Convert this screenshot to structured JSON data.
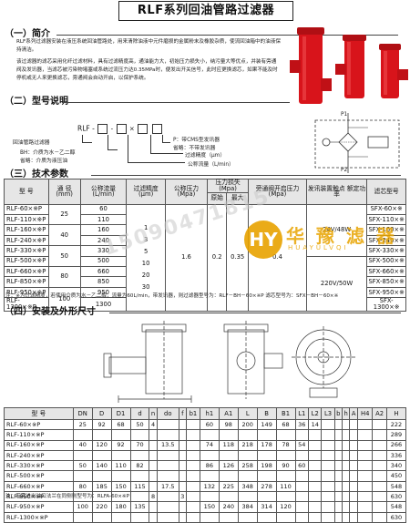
{
  "title": "RLF系列回油管路过滤器",
  "section1": {
    "label": "（一）简介"
  },
  "intro": {
    "p1": "RLF系列过滤器安装在液压系统回油管路处，用来清除油液中元件磨损的金属粉末及橡胶杂质，使流回油箱中的油液保持清洁。",
    "p2": "该过滤器的滤芯采用化纤过滤材料，具有过滤精度高，通油能力大，初始压力损失小，纳污量大等优点，并装有旁通阀及发讯器，当滤芯被污染物堵塞或系统过流压力达0.35MPa时，便发出开关信号，此时应更换滤芯，如果不能及时停机或无人来更换滤芯，旁通阀会自动开启，以保护系统。"
  },
  "section2": {
    "label": "（二）型号说明"
  },
  "model": {
    "prefix": "RLF -",
    "p_label": "P：带CMS型发讯器",
    "none_label": "省略：不带发讯器",
    "precision_label": "过滤精度（μm）",
    "flow_label": "公称流量（L/min）",
    "line_label": "回油管路过滤器",
    "bh_label": "BH：介质为水－乙二醇",
    "omit_label": "省略：介质为液压油",
    "p1": "P1",
    "p2": "P2"
  },
  "section3": {
    "label": "（三）技术参数"
  },
  "tech": {
    "headers": [
      "型  号",
      "通 径 (mm)",
      "公称流量 (L/min)",
      "过滤精度 (μm)",
      "公称压力 (Mpa)",
      "压力损失(Mpa)",
      "原始",
      "最大",
      "旁通阀开启压力 (Mpa)",
      "发讯装置触点 额定功率",
      "滤芯型号"
    ],
    "rows": [
      [
        "RLF-60×※P",
        "25",
        "60",
        "SFX-60×※"
      ],
      [
        "RLF-110×※P",
        "",
        "110",
        "SFX-110×※"
      ],
      [
        "RLF-160×※P",
        "40",
        "160",
        "SFX-160×※"
      ],
      [
        "RLF-240×※P",
        "",
        "240",
        "SFX-240×※"
      ],
      [
        "RLF-330×※P",
        "50",
        "330",
        "SFX-330×※"
      ],
      [
        "RLF-500×※P",
        "",
        "500",
        "SFX-500×※"
      ],
      [
        "RLF-660×※P",
        "80",
        "660",
        "SFX-660×※"
      ],
      [
        "RLF-850×※P",
        "",
        "850",
        "SFX-850×※"
      ],
      [
        "RLF-950×※P",
        "100",
        "950",
        "SFX-950×※"
      ],
      [
        "RLF-1300×※P",
        "",
        "1300",
        "SFX-1300×※"
      ]
    ],
    "precision": [
      "1",
      "3",
      "5",
      "10",
      "20",
      "30"
    ],
    "pressure": "1.6",
    "loss_orig": "0.2",
    "loss_max": "0.35",
    "bypass": "0.4",
    "power1": "24V/48W",
    "power2": "220V/50W",
    "note": "注：※为过滤精度，若使用介质为水－乙二醇，流量为60L/min，带发讯器，则过滤器型号为：RLF－BH－60×※P    滤芯型号为：SFX－BH－60×※"
  },
  "section4": {
    "label": "（四）安装及外形尺寸"
  },
  "dims": {
    "headers": [
      "型  号",
      "DN",
      "D",
      "D1",
      "d",
      "n",
      "do",
      "f",
      "b1",
      "h1",
      "A1",
      "L",
      "B",
      "B1",
      "L1",
      "L2",
      "L3",
      "b",
      "h",
      "A",
      "H4",
      "A2",
      "H"
    ],
    "rows": [
      [
        "RLF-60×※P",
        "25",
        "92",
        "68",
        "50",
        "4",
        "",
        "",
        "",
        "60",
        "98",
        "200",
        "149",
        "68",
        "36",
        "14",
        "",
        "",
        "",
        "",
        "",
        "",
        "222"
      ],
      [
        "RLF-110×※P",
        "",
        "",
        "",
        "",
        "",
        "",
        "",
        "",
        "",
        "",
        "",
        "",
        "",
        "",
        "",
        "",
        "",
        "",
        "",
        "",
        "",
        "289"
      ],
      [
        "RLF-160×※P",
        "40",
        "120",
        "92",
        "70",
        "",
        "13.5",
        "",
        "",
        "74",
        "118",
        "218",
        "178",
        "78",
        "54",
        "",
        "",
        "",
        "",
        "",
        "",
        "",
        "266"
      ],
      [
        "RLF-240×※P",
        "",
        "",
        "",
        "",
        "",
        "",
        "",
        "",
        "",
        "",
        "",
        "",
        "",
        "",
        "",
        "",
        "",
        "",
        "",
        "",
        "",
        "336"
      ],
      [
        "RLF-330×※P",
        "50",
        "140",
        "110",
        "82",
        "",
        "",
        "",
        "",
        "86",
        "126",
        "258",
        "198",
        "90",
        "60",
        "",
        "",
        "",
        "",
        "",
        "",
        "",
        "340"
      ],
      [
        "RLF-500×※P",
        "",
        "",
        "",
        "",
        "",
        "",
        "",
        "",
        "",
        "",
        "",
        "",
        "",
        "",
        "",
        "",
        "",
        "",
        "",
        "",
        "",
        "450"
      ],
      [
        "RLF-660×※P",
        "80",
        "185",
        "150",
        "115",
        "",
        "17.5",
        "",
        "",
        "132",
        "225",
        "348",
        "278",
        "110",
        "",
        "",
        "",
        "",
        "",
        "",
        "",
        "",
        "548"
      ],
      [
        "RLF-850×※P",
        "",
        "",
        "",
        "",
        "8",
        "",
        "3",
        "",
        "",
        "",
        "",
        "",
        "",
        "",
        "",
        "",
        "",
        "",
        "",
        "",
        "",
        "630"
      ],
      [
        "RLF-950×※P",
        "100",
        "220",
        "180",
        "135",
        "",
        "",
        "",
        "",
        "150",
        "240",
        "384",
        "314",
        "120",
        "",
        "",
        "",
        "",
        "",
        "",
        "",
        "",
        "548"
      ],
      [
        "RLF-1300×※P",
        "",
        "",
        "",
        "",
        "",
        "",
        "",
        "",
        "",
        "",
        "",
        "",
        "",
        "",
        "",
        "",
        "",
        "",
        "",
        "",
        "",
        "630"
      ]
    ],
    "note": "注：若需进出油口法兰在同侧则型号为：RLFA-60×※P"
  },
  "watermark": "15090471815",
  "logo": {
    "mark": "HY",
    "name": "华 豫 滤 器",
    "sub": "HUAYULVQI"
  },
  "colors": {
    "filter_red": "#d8141b",
    "logo": "#e8a300"
  }
}
